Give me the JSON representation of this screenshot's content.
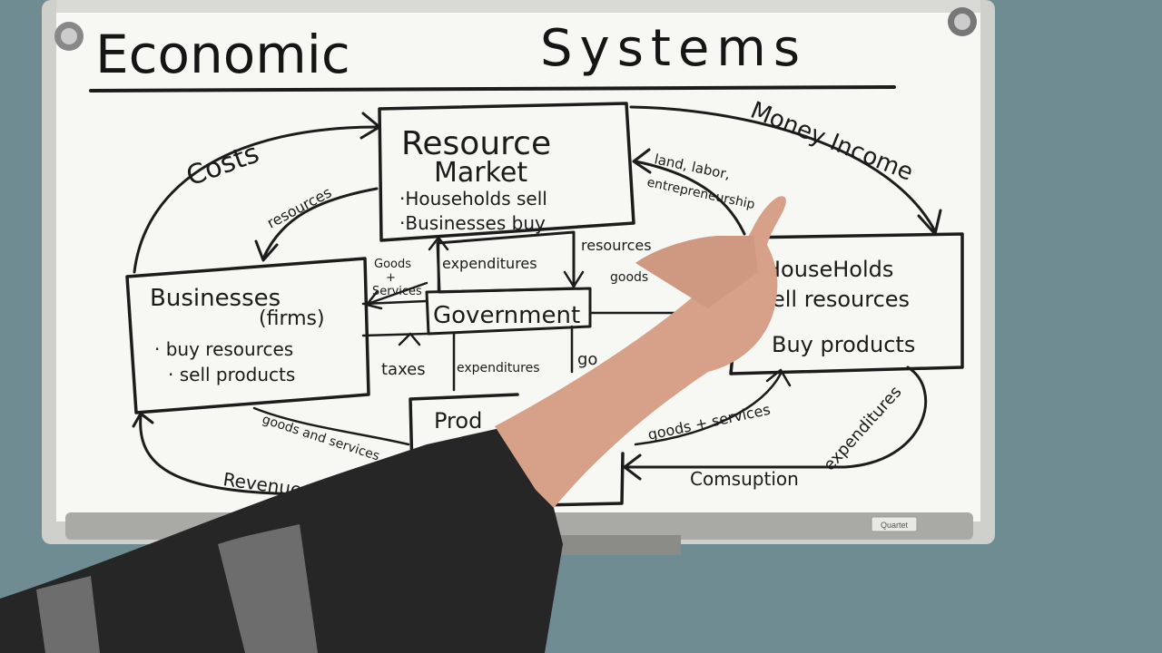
{
  "title": {
    "left": "Economic",
    "right": "Systems"
  },
  "brand": "Quartet",
  "boxes": {
    "resource_market": {
      "title_line1": "Resource",
      "title_line2": "Market",
      "bullet1": "·Households sell",
      "bullet2": "·Businesses buy"
    },
    "businesses": {
      "title": "Businesses",
      "subtitle": "(firms)",
      "bullet1": "· buy resources",
      "bullet2": "· sell products"
    },
    "households": {
      "title": "HouseHolds",
      "bullet1": "ell resources",
      "bullet2": "Buy products"
    },
    "government": {
      "title": "Government"
    },
    "product_market": {
      "title": "Prod"
    }
  },
  "flow_labels": {
    "costs": "Costs",
    "money_income": "Money Income",
    "resources_left": "resources",
    "land_labor": "land, labor,",
    "entrepreneurship": "entrepreneurship",
    "goods_services_left_1": "Goods",
    "goods_services_left_2": "+",
    "goods_services_left_3": "Services",
    "expenditures_top": "expenditures",
    "resources_right": "resources",
    "goods_right": "goods",
    "taxes": "taxes",
    "expenditures_bottom": "expenditures",
    "go": "go",
    "goods_and_services_bottom": "goods and services",
    "revenue": "Revenue",
    "goods_plus_services_right": "goods + services",
    "consumption": "Comsuption",
    "expenditures_right": "expenditures"
  }
}
